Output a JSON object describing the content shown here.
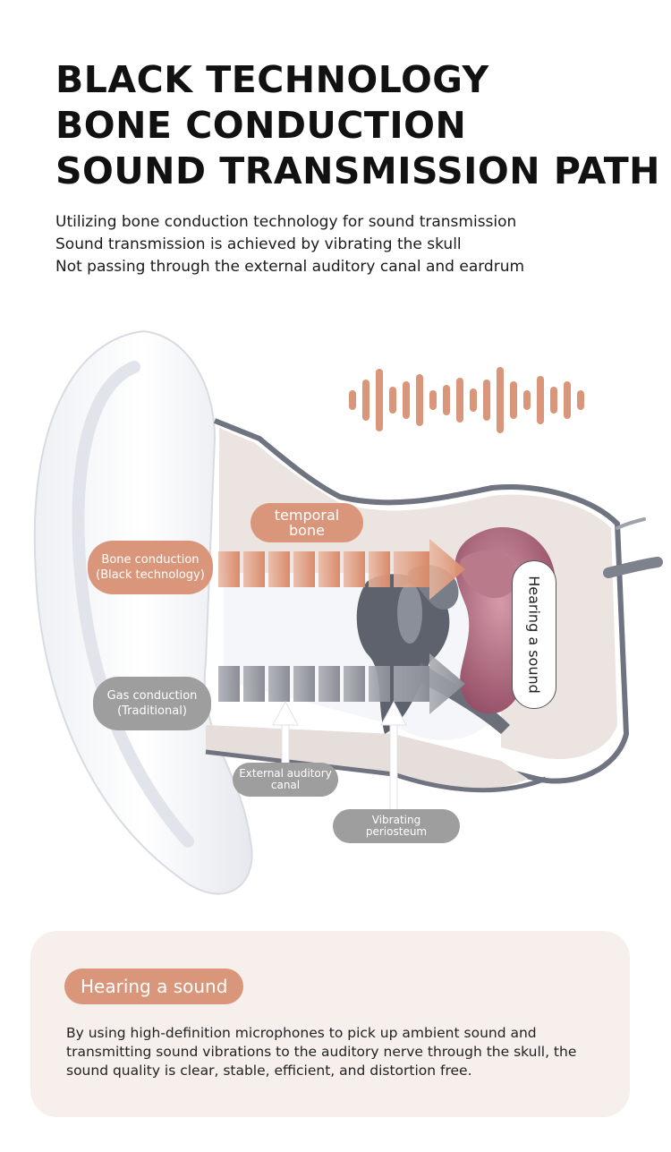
{
  "header": {
    "title_lines": [
      "BLACK TECHNOLOGY",
      "BONE CONDUCTION",
      "SOUND TRANSMISSION PATH"
    ],
    "subtitle_lines": [
      "Utilizing bone conduction technology for sound transmission",
      "Sound transmission is achieved by vibrating the skull",
      "Not passing through the external auditory canal and eardrum"
    ]
  },
  "diagram": {
    "temporal_bone": [
      "temporal",
      "bone"
    ],
    "bone_conduction": [
      "Bone conduction",
      "(Black technology)"
    ],
    "gas_conduction": [
      "Gas conduction",
      "(Traditional)"
    ],
    "external_canal": [
      "External auditory",
      "canal"
    ],
    "vibrating_periosteum": [
      "Vibrating",
      "periosteum"
    ],
    "hearing_vertical": "Hearing a sound",
    "icons": [
      "sound-wave-icon",
      "arrow-up-icon"
    ]
  },
  "card": {
    "badge": "Hearing a sound",
    "text": "By using high-definition microphones to pick up ambient sound and transmitting sound vibrations to the auditory nerve through the skull, the sound quality is clear, stable, efficient, and distortion free."
  },
  "colors": {
    "accent_peach": "#d9967a",
    "gray_label": "#9e9e9e",
    "card_bg": "#f6efec",
    "inner_ear": "#b46e84"
  }
}
